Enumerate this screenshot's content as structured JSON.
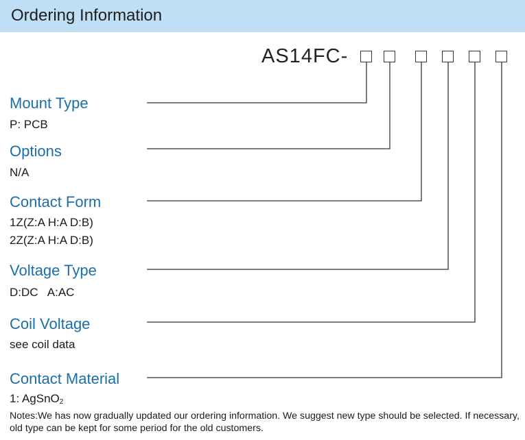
{
  "header": {
    "title": "Ordering Information"
  },
  "model": {
    "code": "AS14FC-"
  },
  "sections": {
    "mount_type": {
      "title": "Mount Type",
      "values": [
        "P: PCB"
      ]
    },
    "options": {
      "title": "Options",
      "values": [
        "N/A"
      ]
    },
    "contact_form": {
      "title": "Contact Form",
      "values": [
        "1Z(Z:A H:A D:B)",
        "2Z(Z:A H:A D:B)"
      ]
    },
    "voltage_type": {
      "title": "Voltage Type",
      "values": [
        "D:DC   A:AC"
      ]
    },
    "coil_voltage": {
      "title": "Coil Voltage",
      "values": [
        "see coil data"
      ]
    },
    "contact_material": {
      "title": "Contact Material",
      "value_prefix": "1: AgSnO",
      "value_subscript": "2"
    }
  },
  "notes": "Notes:We has now gradually updated our ordering information. We suggest new type should be selected. If necessary, old type can be kept for some period for the old customers.",
  "colors": {
    "header_bg": "#bfe0f4",
    "section_title": "#1b6fa8"
  }
}
